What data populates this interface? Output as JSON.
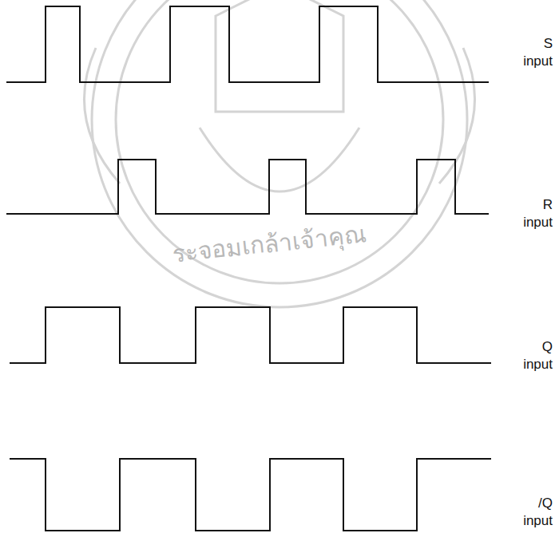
{
  "diagram": {
    "labels": [
      "S input",
      "R input",
      "Q input",
      "/Q input",
      "ระจอมเกล้าเจ้าคุณ"
    ]
  }
}
